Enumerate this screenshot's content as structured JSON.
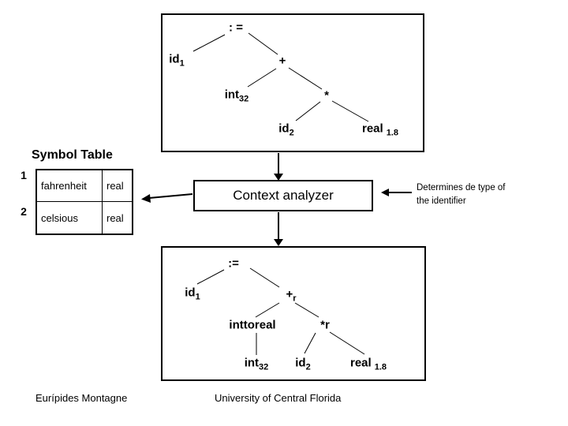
{
  "slide": {
    "background": "#ffffff",
    "ink": "#000000"
  },
  "source_tree": {
    "nodes": {
      "assign": {
        "main": ": ="
      },
      "id1": {
        "main": "id",
        "sub": "1"
      },
      "plus": {
        "main": "+"
      },
      "int32": {
        "main": "int",
        "sub": "32"
      },
      "times": {
        "main": "*"
      },
      "id2": {
        "main": "id",
        "sub": "2"
      },
      "real18": {
        "main": "real",
        "sub": "1.8"
      }
    }
  },
  "symbol_table": {
    "title": "Symbol Table",
    "rows": [
      {
        "index": "1",
        "name": "fahrenheit",
        "type": "real"
      },
      {
        "index": "2",
        "name": "celsious",
        "type": "real"
      }
    ]
  },
  "analyzer": {
    "label": "Context analyzer"
  },
  "annotation": {
    "line1": "Determines de type of",
    "line2": "the identifier"
  },
  "result_tree": {
    "nodes": {
      "assign": {
        "main": ":="
      },
      "id1": {
        "main": "id",
        "sub": "1"
      },
      "plusr": {
        "main": "+",
        "sub": "r"
      },
      "inttoreal": {
        "main": "inttoreal"
      },
      "timesr": {
        "main": "*r"
      },
      "int32": {
        "main": "int",
        "sub": "32"
      },
      "id2": {
        "main": "id",
        "sub": "2"
      },
      "real18": {
        "main": "real",
        "sub": "1.8"
      }
    }
  },
  "footer": {
    "author": "Eurípides Montagne",
    "institution": "University of Central Florida"
  }
}
